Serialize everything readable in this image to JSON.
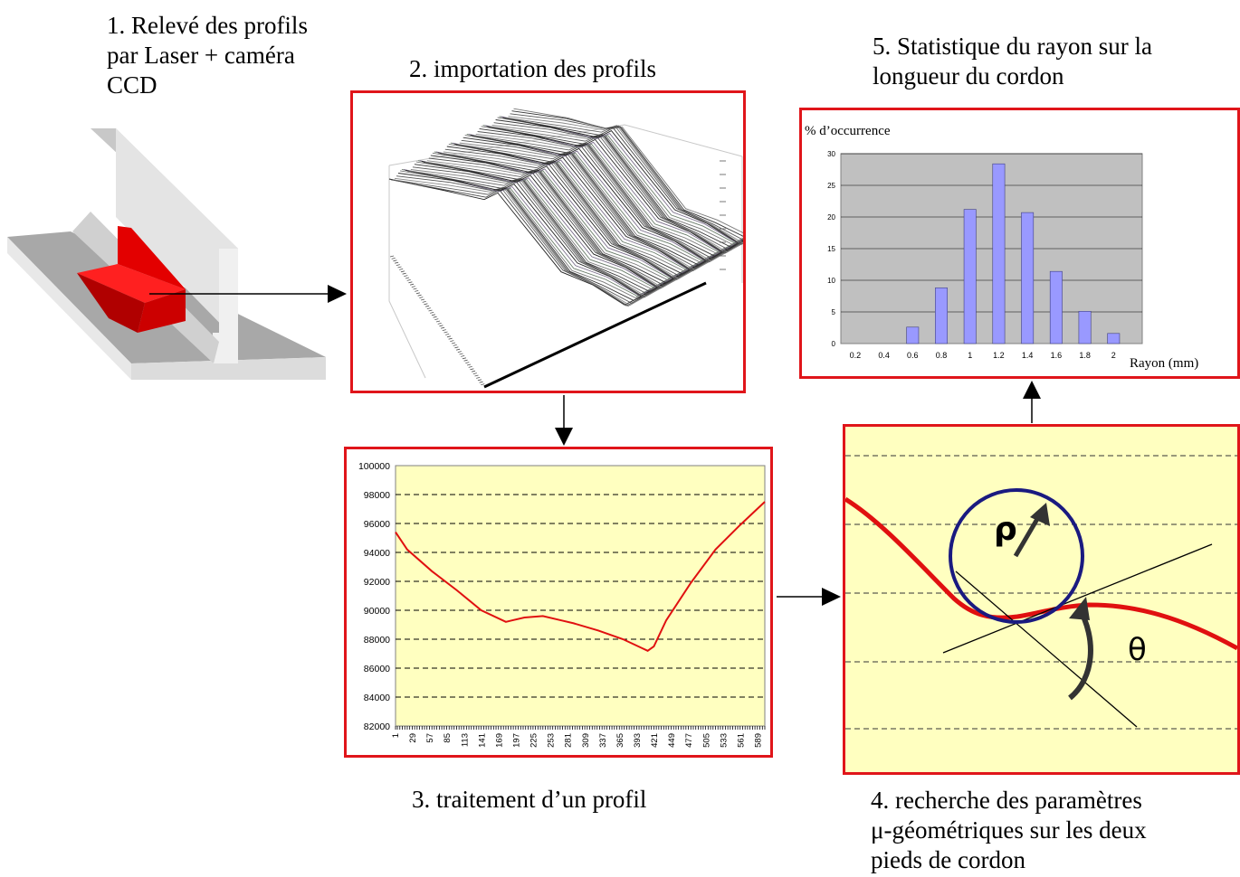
{
  "steps": {
    "step1": "1. Relevé des profils\npar Laser + caméra\nCCD",
    "step2": "2. importation des profils",
    "step3": "3. traitement d’un profil",
    "step4": "4. recherche des paramètres\nμ-géométriques sur les deux\npieds de cordon",
    "step5": "5. Statistique du rayon sur la\nlongueur du cordon"
  },
  "colors": {
    "frame": "#e0151a",
    "profile_line": "#e01010",
    "chart_bg": "#ffffc0",
    "histogram_bar": "#9999ff",
    "circle": "#1a1a80",
    "part_red": "#dd0000"
  },
  "symbols": {
    "rho": "ρ",
    "theta": "θ"
  },
  "chart_data": [
    {
      "type": "bar",
      "ylabel": "% d’occurrence",
      "xlabel": "Rayon (mm)",
      "categories": [
        "0.2",
        "0.4",
        "0.6",
        "0.8",
        "1",
        "1.2",
        "1.4",
        "1.6",
        "1.8",
        "2"
      ],
      "values": [
        0,
        0,
        2.6,
        8.8,
        21.2,
        28.4,
        20.7,
        11.4,
        5.1,
        1.6
      ],
      "ylim": [
        0,
        30
      ],
      "yticks": [
        "0",
        "5",
        "10",
        "15",
        "20",
        "25",
        "30"
      ],
      "grid": true
    },
    {
      "type": "line",
      "ylim": [
        82000,
        100000
      ],
      "yticks": [
        "82000",
        "84000",
        "86000",
        "88000",
        "90000",
        "92000",
        "94000",
        "96000",
        "98000",
        "100000"
      ],
      "xticks": [
        "1",
        "29",
        "57",
        "85",
        "113",
        "141",
        "169",
        "197",
        "225",
        "253",
        "281",
        "309",
        "337",
        "365",
        "393",
        "421",
        "449",
        "477",
        "505",
        "533",
        "561",
        "589"
      ],
      "xlim": [
        1,
        600
      ],
      "grid": true,
      "series": [
        {
          "x": [
            1,
            20,
            60,
            100,
            140,
            180,
            190,
            210,
            240,
            270,
            290,
            330,
            370,
            400,
            410,
            420,
            440,
            480,
            520,
            560,
            600
          ],
          "y": [
            95400,
            94200,
            92700,
            91400,
            90000,
            89200,
            89300,
            89500,
            89600,
            89300,
            89100,
            88600,
            88000,
            87400,
            87200,
            87500,
            89300,
            91900,
            94200,
            95900,
            97500
          ]
        }
      ]
    }
  ]
}
